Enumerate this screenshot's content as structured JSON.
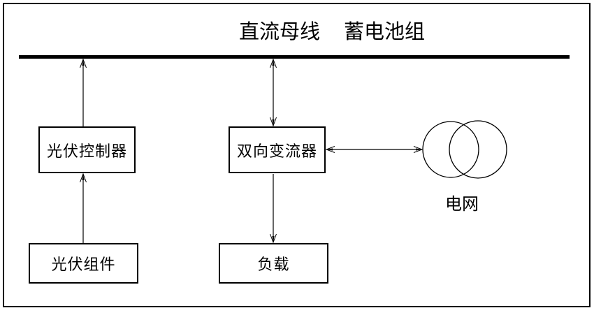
{
  "diagram": {
    "type": "system-block-diagram",
    "bus_labels": {
      "dc_bus": "直流母线",
      "battery_pack": "蓄电池组"
    },
    "nodes": {
      "pv_controller": {
        "label": "光伏控制器"
      },
      "pv_module": {
        "label": "光伏组件"
      },
      "bidirectional_converter": {
        "label": "双向变流器"
      },
      "load": {
        "label": "负载"
      },
      "grid": {
        "label": "电网",
        "symbol": "transformer-two-overlapping-circles"
      }
    },
    "connections": [
      {
        "from": "pv_module",
        "to": "pv_controller",
        "direction": "one-way-up"
      },
      {
        "from": "pv_controller",
        "to": "dc_bus",
        "direction": "one-way-up"
      },
      {
        "from": "dc_bus",
        "to": "bidirectional_converter",
        "direction": "two-way"
      },
      {
        "from": "bidirectional_converter",
        "to": "grid",
        "direction": "two-way"
      },
      {
        "from": "bidirectional_converter",
        "to": "load",
        "direction": "one-way-down"
      }
    ],
    "colors": {
      "line": "#000000",
      "background": "#ffffff"
    }
  }
}
